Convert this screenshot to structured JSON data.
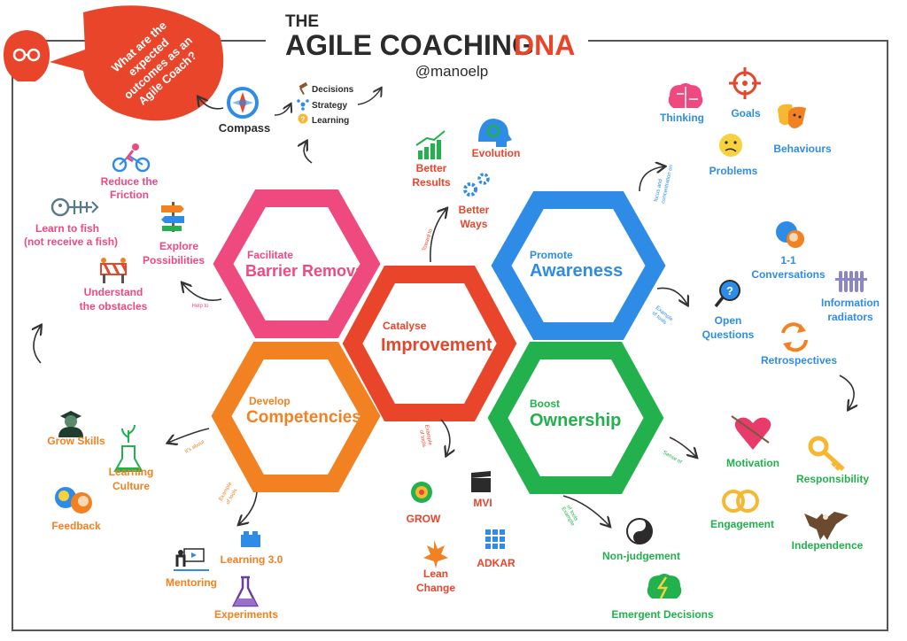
{
  "title": {
    "prefix": "THE",
    "main": "AGILE COACHING",
    "accent": "DNA",
    "author": "@manoelp"
  },
  "speech_bubble": {
    "line1": "What are the",
    "line2": "expected",
    "line3": "outcomes as an",
    "line4": "Agile Coach?"
  },
  "compass": {
    "label": "Compass",
    "items": [
      "Decisions",
      "Strategy",
      "Learning"
    ]
  },
  "hexagons": {
    "barrier": {
      "sub": "Facilitate",
      "main": "Barrier Removal"
    },
    "improvement": {
      "sub": "Catalyse",
      "main": "Improvement"
    },
    "awareness": {
      "sub": "Promote",
      "main": "Awareness"
    },
    "competencies": {
      "sub": "Develop",
      "main": "Competencies"
    },
    "ownership": {
      "sub": "Boost",
      "main": "Ownership"
    }
  },
  "barrier_items": {
    "friction": [
      "Reduce the",
      "Friction"
    ],
    "fish": [
      "Learn to fish",
      "(not receive a fish)"
    ],
    "explore": [
      "Explore",
      "Possibilities"
    ],
    "obstacles": [
      "Understand",
      "the obstacles"
    ],
    "arrow_label": "Help to"
  },
  "improvement_items": {
    "results": [
      "Better",
      "Results"
    ],
    "evolution": "Evolution",
    "ways": [
      "Better",
      "Ways"
    ],
    "arrow_label": "Toward to",
    "tools_label": [
      "Example",
      "of tools"
    ],
    "grow": "GROW",
    "mvi": "MVI",
    "adkar": "ADKAR",
    "lean": [
      "Lean",
      "Change"
    ]
  },
  "awareness_items": {
    "thinking": "Thinking",
    "goals": "Goals",
    "problems": "Problems",
    "behaviours": "Behaviours",
    "focus_label": [
      "focus and",
      "concentration on"
    ],
    "tools_label": [
      "Example",
      "of tools"
    ],
    "one_on_one": [
      "1-1",
      "Conversations"
    ],
    "info_radiators": [
      "Information",
      "radiators"
    ],
    "open_questions": [
      "Open",
      "Questions"
    ],
    "retrospectives": "Retrospectives"
  },
  "competencies_items": {
    "grow_skills": "Grow Skills",
    "learning_culture": [
      "Learning",
      "Culture"
    ],
    "feedback": "Feedback",
    "its_about": "It's about",
    "tools_label": [
      "Example",
      "of tools"
    ],
    "learning30": "Learning 3.0",
    "mentoring": "Mentoring",
    "experiments": "Experiments"
  },
  "ownership_items": {
    "sense_of": "Sense of",
    "motivation": "Motivation",
    "responsibility": "Responsibility",
    "engagement": "Engagement",
    "independence": "Independence",
    "tools_label": [
      "Example",
      "of tools"
    ],
    "non_judgement": "Non-judgement",
    "emergent": "Emergent Decisions"
  },
  "colors": {
    "pink": "#EE4A7F",
    "red": "#E8452B",
    "blue": "#2F8CE6",
    "orange": "#F28121",
    "green": "#22B14C",
    "dark": "#2B2B2B"
  }
}
